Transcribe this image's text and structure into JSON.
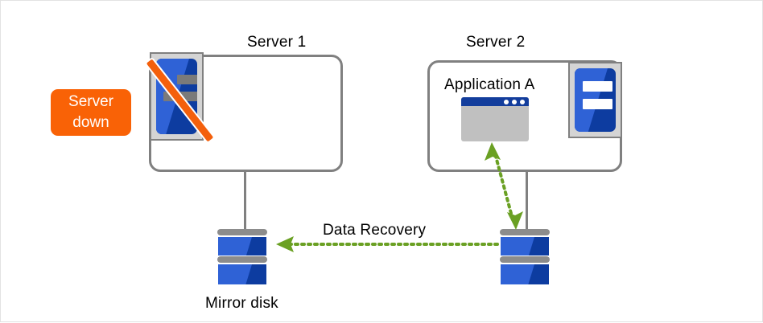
{
  "diagram": {
    "title_server1": "Server 1",
    "title_server2": "Server 2",
    "app_label": "Application A",
    "status_badge": {
      "line1": "Server",
      "line2": "down"
    },
    "disk_label": "Mirror disk",
    "recovery_label": "Data Recovery",
    "icons": {
      "server1": "server-tower-disabled-icon",
      "server2": "server-tower-icon",
      "application": "application-window-icon",
      "mirror_disk": "disk-stack-icon",
      "active_disk": "disk-stack-icon"
    },
    "colors": {
      "badge_orange": "#f96206",
      "slash_orange": "#f4600c",
      "box_gray": "#808080",
      "disk_blue_light": "#2f62d6",
      "disk_blue_dark": "#0d3ca0",
      "arrow_green": "#6aa023",
      "app_title_blue": "#133d9c",
      "app_body_gray": "#c0c0c0",
      "icon_frame_gray": "#d4d4d4",
      "text_black": "#000000"
    }
  }
}
